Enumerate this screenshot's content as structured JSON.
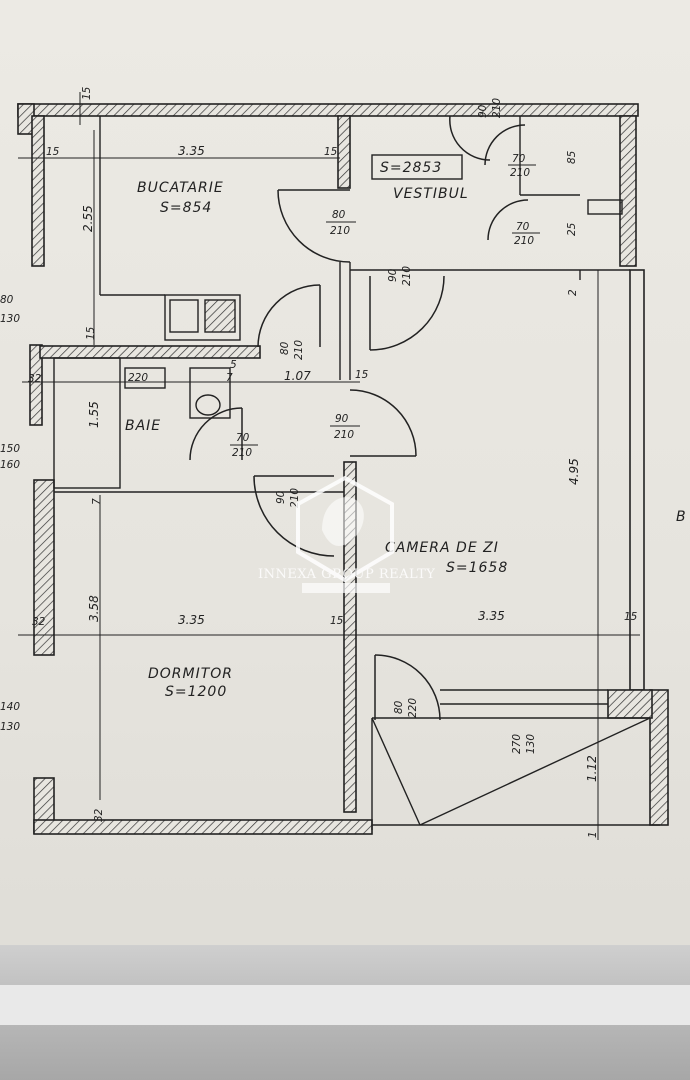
{
  "rooms": {
    "bucatarie": {
      "name": "BUCATARIE",
      "area": "S=854"
    },
    "vestibul": {
      "name": "VESTIBUL",
      "area": "S=2853"
    },
    "baie": {
      "name": "BAIE"
    },
    "camera_de_zi": {
      "name": "CAMERA DE ZI",
      "area": "S=1658"
    },
    "dormitor": {
      "name": "DORMITOR",
      "area": "S=1200"
    }
  },
  "dimensions": {
    "top_width_left": "3.35",
    "mid_width_left": "3.35",
    "mid_width_right": "3.35",
    "kitchen_height": "2.55",
    "living_height": "4.95",
    "bedroom_height": "3.58",
    "bath_height": "1.55",
    "hall_width": "1.07",
    "balcony_depth": "1.12",
    "wall_15": "15",
    "wall_32": "32",
    "small_7": "7",
    "small_5": "5",
    "small_2": "2",
    "small_25": "25",
    "small_1": "1",
    "bath_220": "220",
    "ventilation_85": "85",
    "window_top": "15"
  },
  "doors": {
    "kitchen": {
      "w": "80",
      "h": "210"
    },
    "entry": {
      "w": "90",
      "h": "210"
    },
    "hall_small": {
      "w": "80",
      "h": "210"
    },
    "living": {
      "w": "90",
      "h": "210"
    },
    "bath": {
      "w": "70",
      "h": "210"
    },
    "bedroom": {
      "w": "90",
      "h": "210"
    },
    "closet_1": {
      "w": "70",
      "h": "210"
    },
    "closet_2": {
      "w": "70",
      "h": "210"
    },
    "balcony": {
      "w": "80",
      "h": "220"
    },
    "balcony_window": {
      "w": "270",
      "h": "130"
    },
    "front": {
      "w": "90",
      "h": "210"
    }
  },
  "side_marks": {
    "a": {
      "top": "80",
      "bottom": "130"
    },
    "b": {
      "top": "150",
      "bottom": "160"
    },
    "c": {
      "top": "140",
      "bottom": "130"
    }
  },
  "edge_letter": "B",
  "watermark": "INNEXA GROUP REALTY"
}
